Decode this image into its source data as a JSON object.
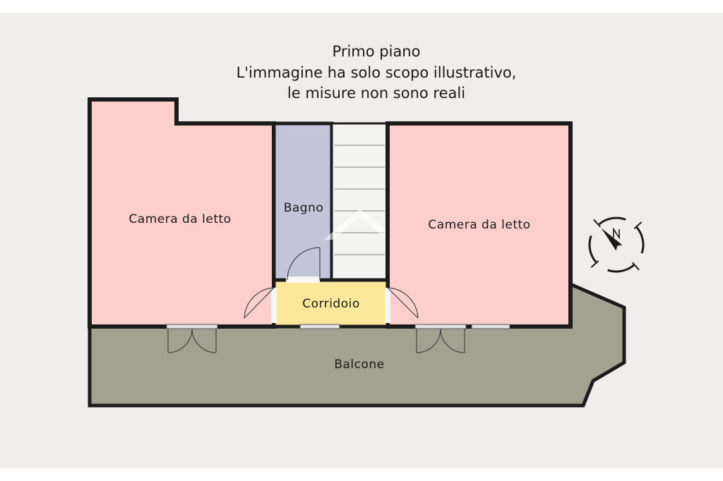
{
  "plan": {
    "title_lines": [
      "Primo piano",
      "L'immagine ha solo scopo illustrativo,",
      "le misure non sono reali"
    ],
    "rooms": {
      "bedroom_left": "Camera da letto",
      "bathroom": "Bagno",
      "bedroom_right": "Camera da letto",
      "corridor": "Corridoio",
      "balcony": "Balcone"
    },
    "colors": {
      "background": "#efeeec",
      "bedroom": "#fccfcc",
      "bathroom": "#c3c4d9",
      "stairs": "#f3f3f2",
      "corridor": "#fbe79a",
      "balcony": "#a2a291",
      "wall": "#1c1c1c"
    },
    "icons": [
      "compass-icon"
    ]
  }
}
